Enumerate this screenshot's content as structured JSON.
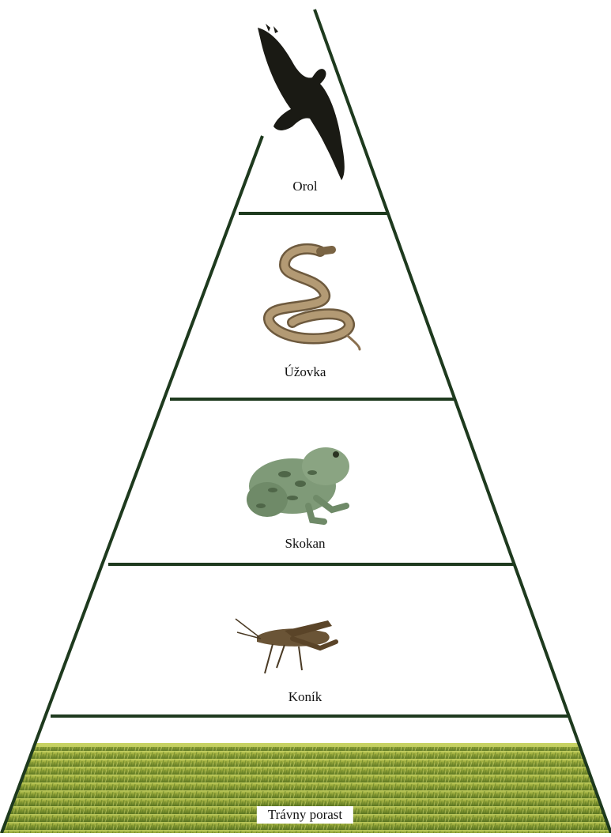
{
  "levels": [
    {
      "label": "Orol",
      "icon": "eagle-icon"
    },
    {
      "label": "Úžovka",
      "icon": "snake-icon"
    },
    {
      "label": "Skokan",
      "icon": "frog-icon"
    },
    {
      "label": "Koník",
      "icon": "grasshopper-icon"
    },
    {
      "label": "Trávny porast",
      "icon": "grass-icon"
    }
  ],
  "colors": {
    "outline": "#1e3a1e",
    "grass_light": "#b8c45a",
    "grass_dark": "#4f6a1e",
    "eagle": "#1a1a14",
    "snake": "#9a8060",
    "frog": "#7f9a78",
    "grasshopper": "#6a5436"
  }
}
